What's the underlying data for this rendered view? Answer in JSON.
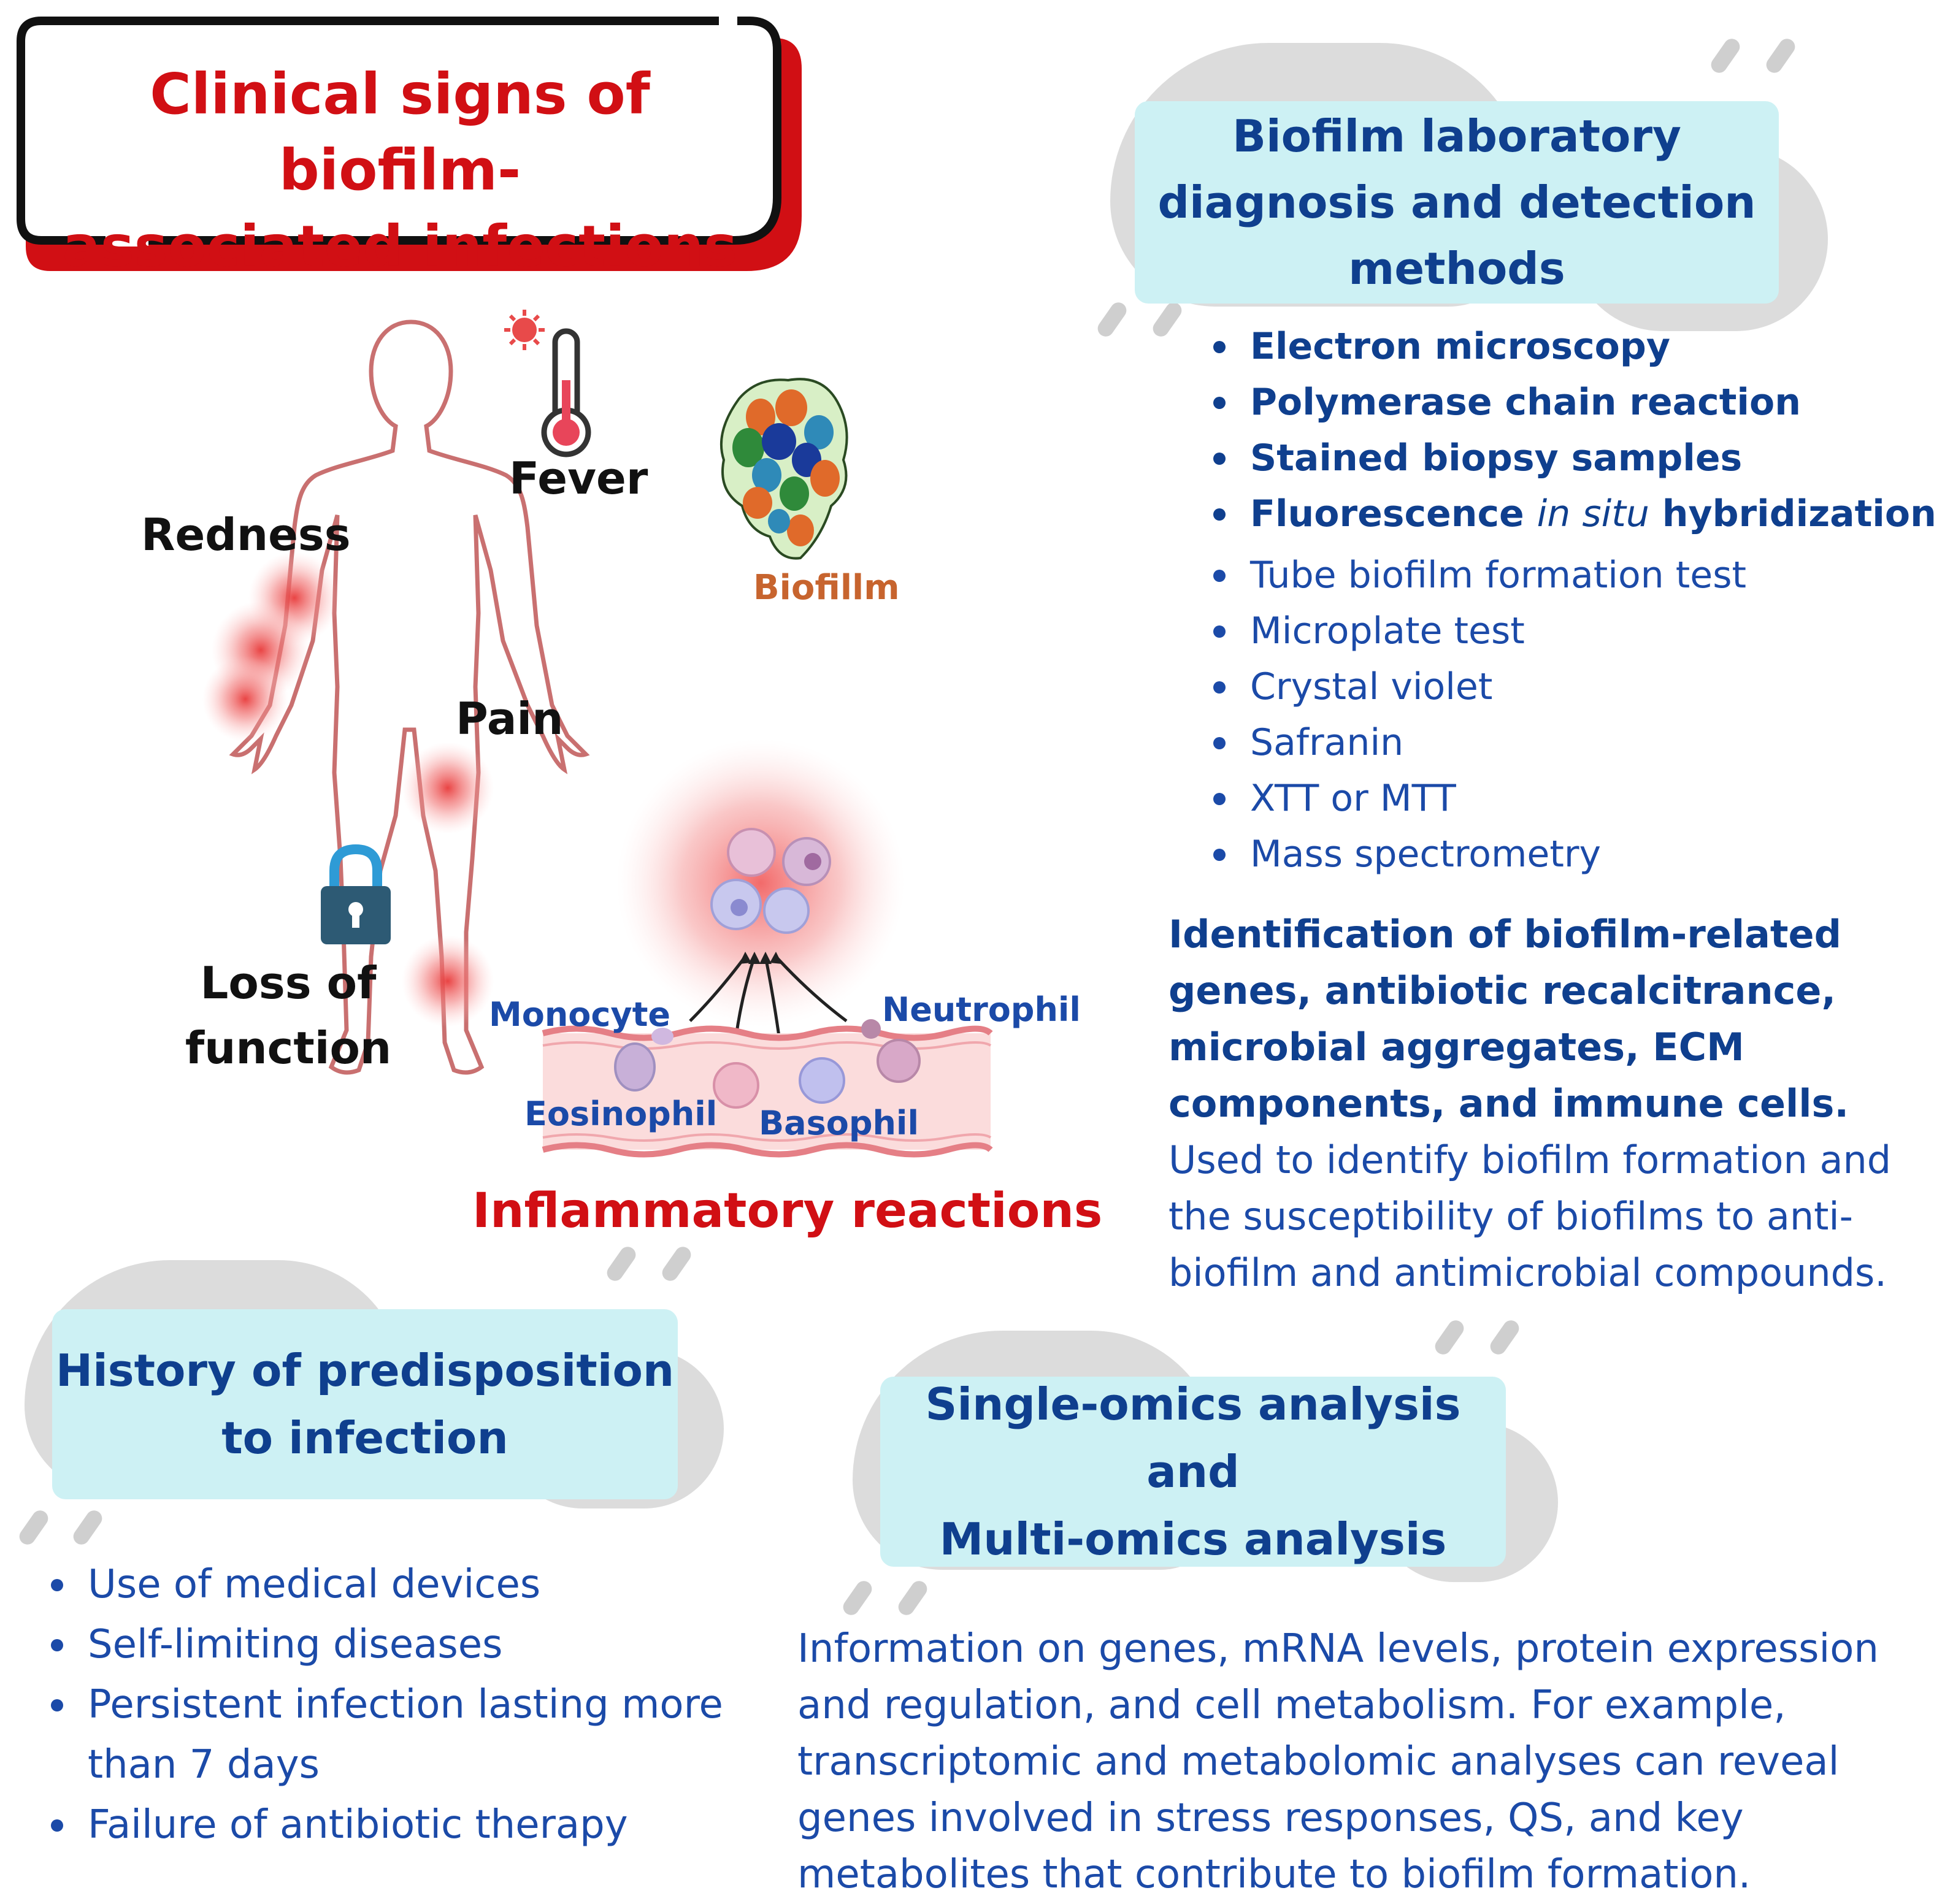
{
  "title": {
    "line1": "Clinical signs of biofilm-",
    "line2": "associated infections"
  },
  "body_labels": {
    "fever": "Fever",
    "redness": "Redness",
    "pain": "Pain",
    "loss_line1": "Loss of",
    "loss_line2": "function",
    "biofilm": "Biofillm"
  },
  "inflammation": {
    "title": "Inflammatory reactions",
    "cells": {
      "monocyte": "Monocyte",
      "neutrophil": "Neutrophil",
      "eosinophil": "Eosinophil",
      "basophil": "Basophil"
    }
  },
  "lab": {
    "title_l1": "Biofilm laboratory",
    "title_l2": "diagnosis and detection",
    "title_l3": "methods",
    "bold_items": [
      "Electron microscopy",
      "Polymerase chain reaction",
      "Stained biopsy samples"
    ],
    "fish": {
      "pre": "Fluorescence ",
      "italic": "in situ",
      "post": " hybridization"
    },
    "items": [
      "Tube biofilm formation test",
      "Microplate test",
      "Crystal violet",
      "Safranin",
      "XTT or MTT",
      "Mass spectrometry"
    ],
    "ident_lines": [
      "Identification of biofilm-related",
      "genes, antibiotic recalcitrance,",
      "microbial aggregates, ECM",
      "components, and immune cells."
    ],
    "used_lines": [
      "Used to identify biofilm formation and",
      "the susceptibility of biofilms to anti-",
      "biofilm and antimicrobial compounds."
    ]
  },
  "history": {
    "title_l1": "History of predisposition",
    "title_l2": "to infection",
    "items": [
      "Use of medical devices",
      "Self-limiting diseases",
      "Persistent infection lasting more",
      "Failure of antibiotic therapy"
    ],
    "item3_cont": "than 7 days"
  },
  "omics": {
    "title_l1": "Single-omics analysis and",
    "title_l2": "Multi-omics analysis",
    "lines": [
      "Information on genes, mRNA levels, protein expression",
      "and regulation, and cell metabolism. For example,",
      "transcriptomic and metabolomic analyses can reveal",
      "genes involved in stress responses, QS, and key",
      "metabolites that contribute to biofilm formation."
    ]
  },
  "colors": {
    "title_red": "#d10f14",
    "navy": "#0f3f8e",
    "blue": "#1b4aa8",
    "cyan_box": "#cdf1f4",
    "biofilm_label": "#c7642e"
  }
}
